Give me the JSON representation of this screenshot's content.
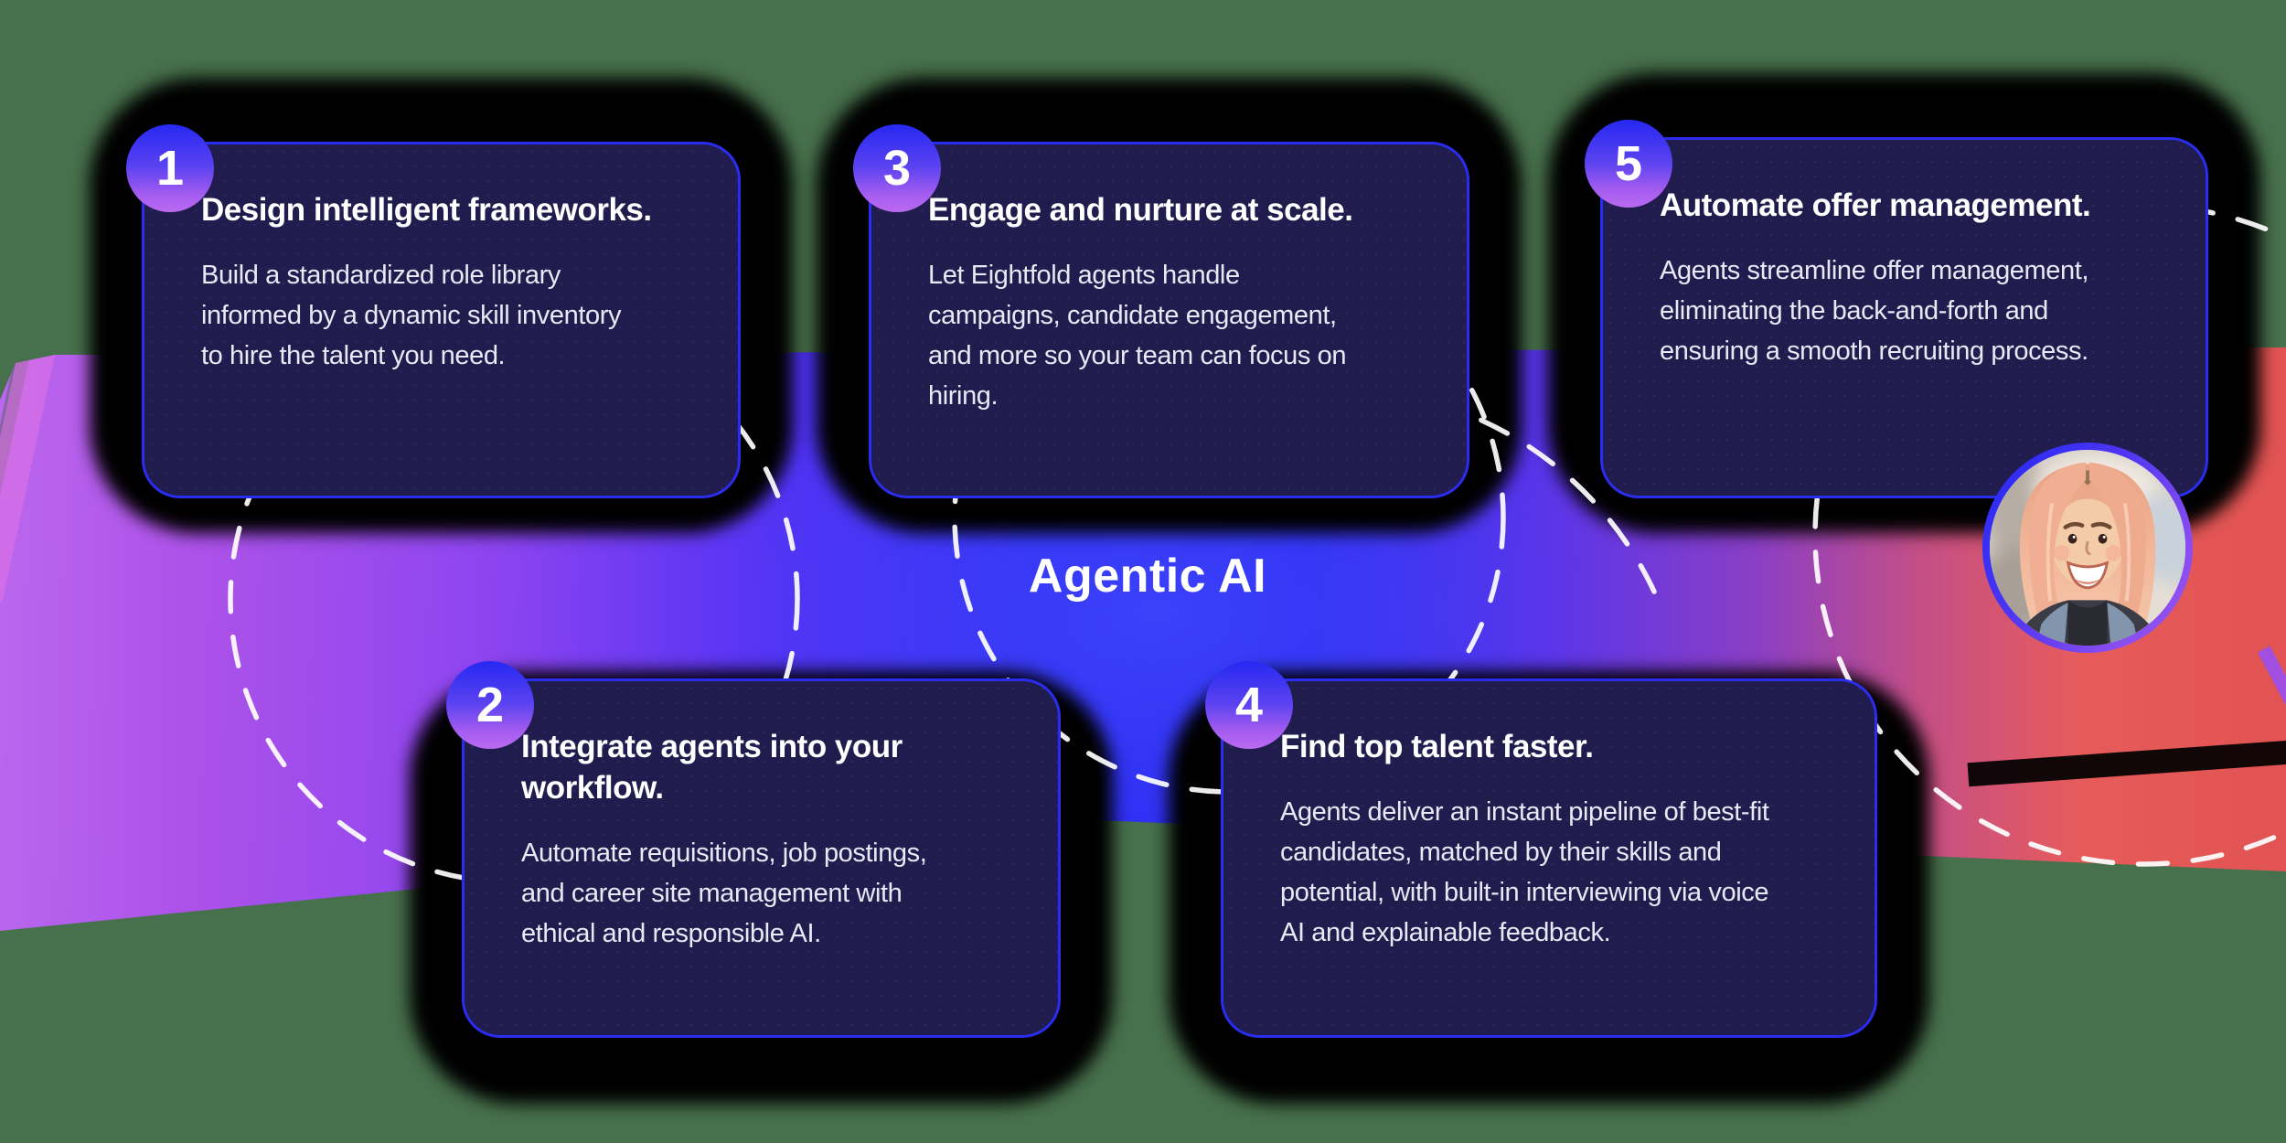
{
  "page": {
    "background_color": "#47704c",
    "band": {
      "left_color": "#ab55ea",
      "center_color": "#2b2bf2",
      "right_color": "#e75b5b"
    },
    "card": {
      "background": "#211c4e",
      "border_color": "#2a2cee"
    },
    "badge_gradient": {
      "top": "#2628f2",
      "bottom": "#bb6af0"
    },
    "dash_color": "#ffffff"
  },
  "center_title": {
    "label": "Agentic AI"
  },
  "cards": [
    {
      "number": "1",
      "heading": "Design intelligent frameworks.",
      "body": "Build a standardized role library\ninformed by a dynamic skill inventory\nto hire the talent you need."
    },
    {
      "number": "2",
      "heading": "Integrate agents into your\nworkflow.",
      "body": "Automate requisitions, job postings,\nand career site management with\nethical and responsible AI."
    },
    {
      "number": "3",
      "heading": "Engage and nurture at scale.",
      "body": "Let Eightfold agents handle\ncampaigns, candidate engagement,\nand more so your team can focus on\nhiring."
    },
    {
      "number": "4",
      "heading": "Find top talent faster.",
      "body": "Agents deliver an instant pipeline of best-fit\ncandidates, matched by their skills and\npotential, with built-in interviewing via voice\nAI and explainable feedback."
    },
    {
      "number": "5",
      "heading": "Automate offer management.",
      "body": "Agents streamline offer management,\neliminating the back-and-forth and\nensuring a smooth recruiting process."
    }
  ],
  "avatar": {
    "label": "smiling woman with long peach hair"
  }
}
